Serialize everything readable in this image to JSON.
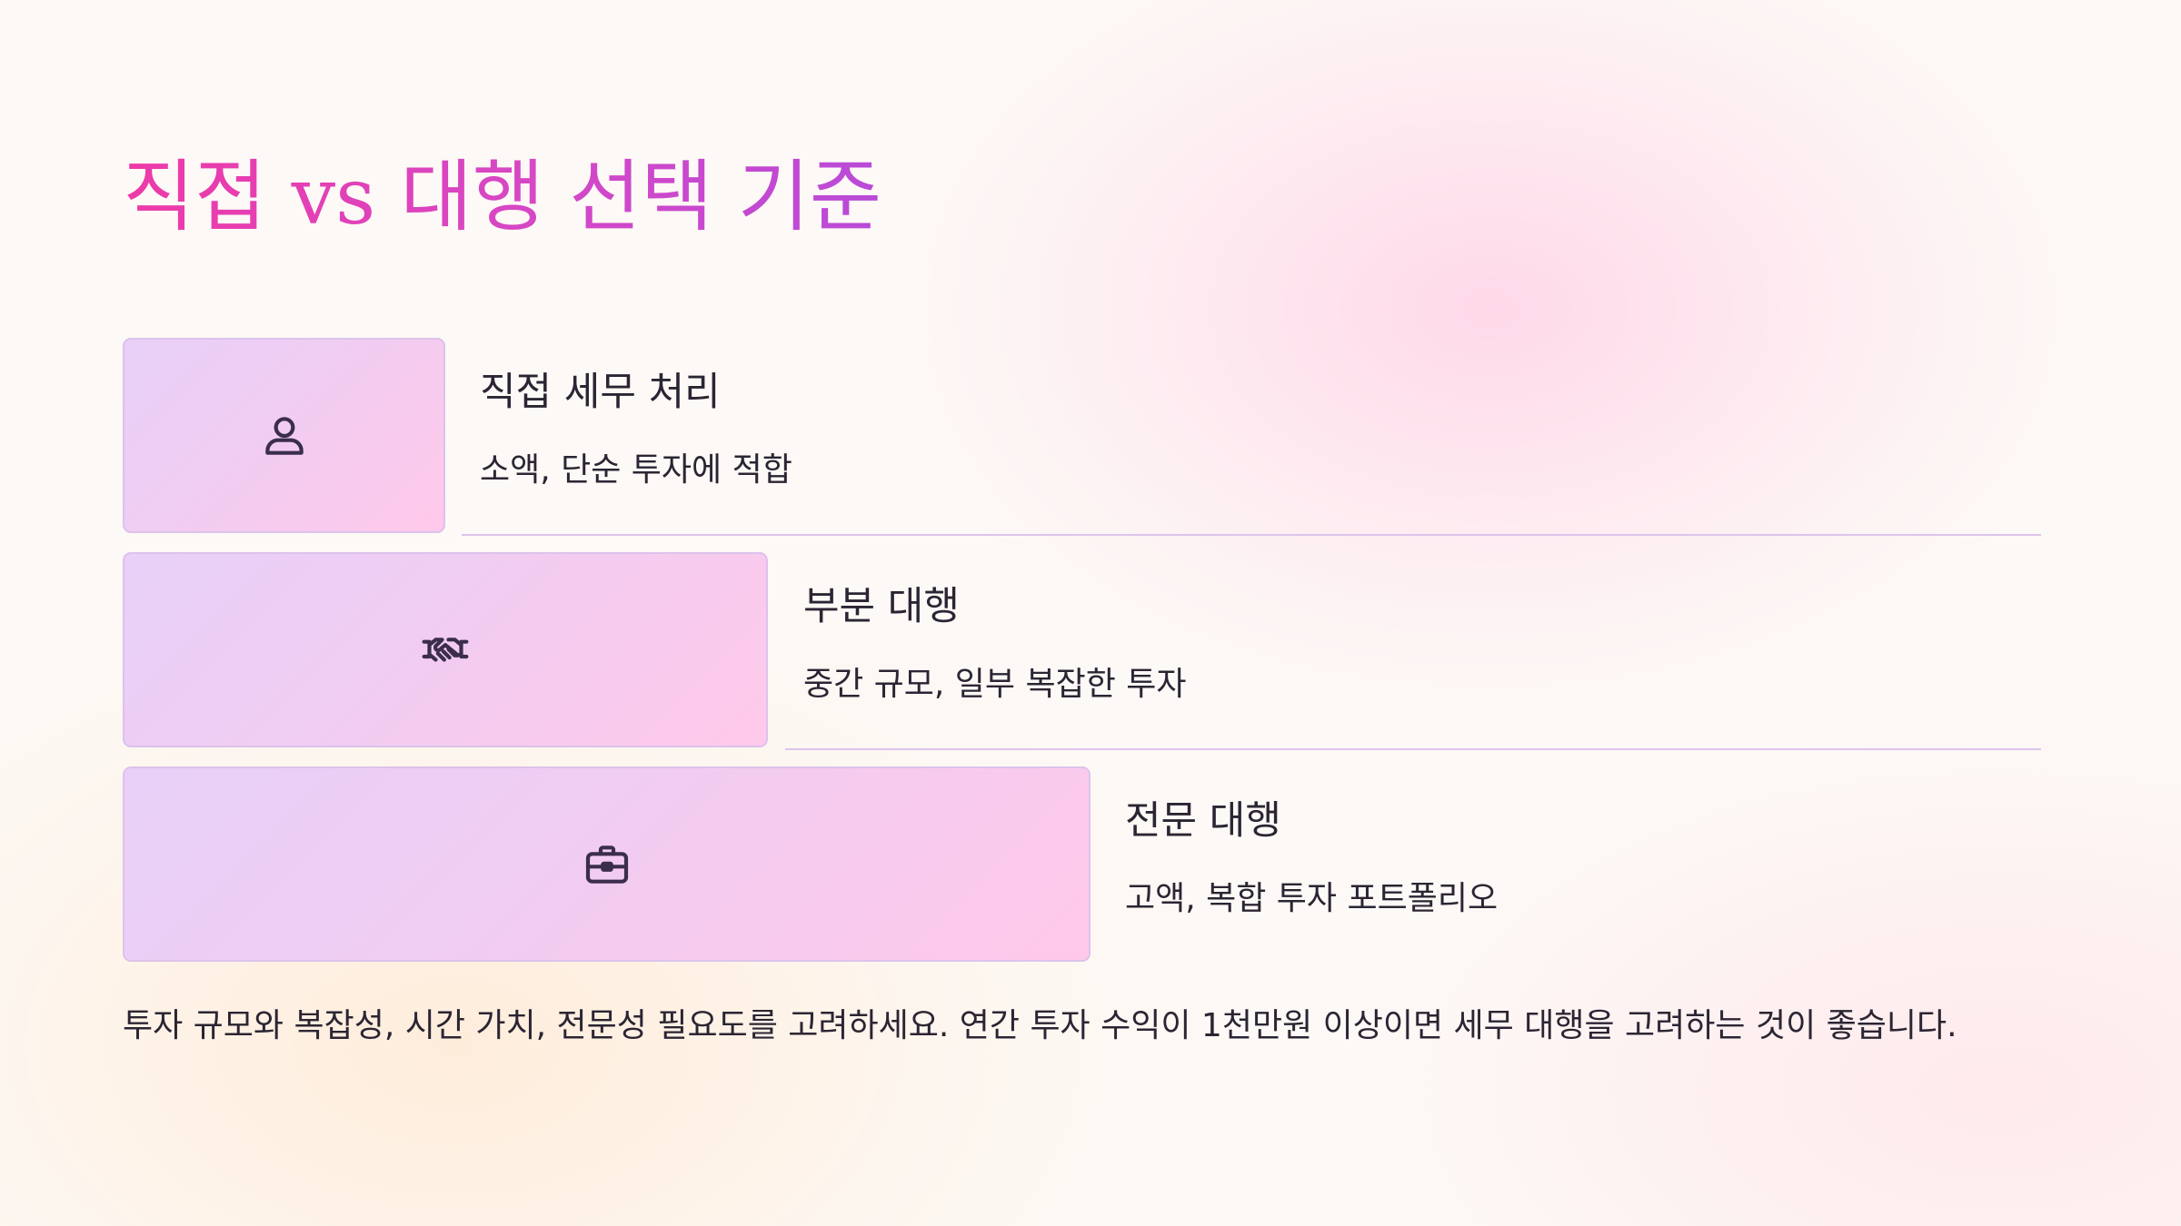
{
  "title": "직접 vs 대행 선택 기준",
  "steps": [
    {
      "heading": "직접 세무 처리",
      "description": "소액, 단순 투자에 적합",
      "icon": "user-icon"
    },
    {
      "heading": "부분 대행",
      "description": "중간 규모, 일부 복잡한 투자",
      "icon": "handshake-icon"
    },
    {
      "heading": "전문 대행",
      "description": "고액, 복합 투자 포트폴리오",
      "icon": "briefcase-icon"
    }
  ],
  "note": "투자 규모와 복잡성, 시간 가치, 전문성 필요도를 고려하세요. 연간 투자 수익이 1천만원 이상이면 세무 대행을 고려하는 것이 좋습니다.",
  "colors": {
    "title_gradient_start": "#ee3aa8",
    "title_gradient_end": "#b94ad8",
    "box_gradient_start": "#e8d0f8",
    "box_gradient_end": "#ffc9ea",
    "box_border": "#dcc2ec",
    "divider": "#dcc4ec",
    "text": "#2b2533",
    "background": "#fdf9f6"
  }
}
